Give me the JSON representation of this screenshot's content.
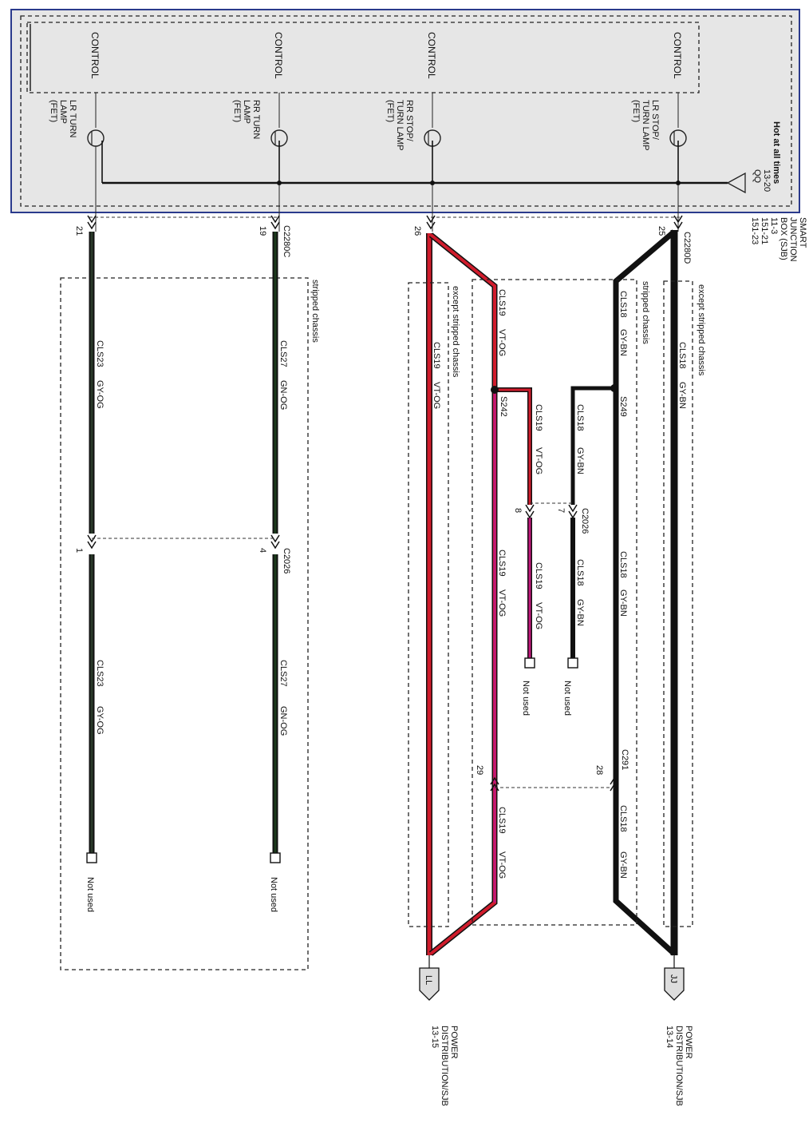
{
  "colors": {
    "sjb_fill": "#e6e6e6",
    "sjb_border": "#2a3a8c",
    "wire_black": "#111111",
    "wire_red": "#d01c2c",
    "wire_green": "#1c3a1c",
    "wire_magenta": "#c0187a"
  },
  "sjb": {
    "title_line1": "SMART",
    "title_line2": "JUNCTION",
    "title_line3": "BOX (SJB)",
    "ref1": "11-3",
    "ref2": "151-21",
    "ref3": "151-23",
    "hot_label": "Hot at all times",
    "hot_ref": "13-20",
    "hot_pin": "QQ",
    "control_label": "CONTROL",
    "fet1": [
      "LR STOP/",
      "TURN LAMP",
      "(FET)"
    ],
    "fet2": [
      "RR STOP/",
      "TURN LAMP",
      "(FET)"
    ],
    "fet3": [
      "RR TURN",
      "LAMP",
      "(FET)"
    ],
    "fet4": [
      "LR TURN",
      "LAMP",
      "(FET)"
    ]
  },
  "connectors": {
    "c2280d": "C2280D",
    "c2280c": "C2280C",
    "c2026": "C2026",
    "c291": "C291",
    "pin_25": "25",
    "pin_26": "26",
    "pin_19": "19",
    "pin_21": "21",
    "pin_7": "7",
    "pin_8": "8",
    "pin_4": "4",
    "pin_1": "1",
    "pin_28": "28",
    "pin_29": "29"
  },
  "splices": {
    "s249": "S249",
    "s242": "S242"
  },
  "wires": {
    "cls18": "CLS18",
    "gybn": "GY-BN",
    "cls19": "CLS19",
    "vtog": "VT-OG",
    "cls27": "CLS27",
    "gnog": "GN-OG",
    "cls23": "CLS23",
    "gyog": "GY-OG"
  },
  "labels": {
    "except_stripped": "except stripped chassis",
    "stripped": "stripped chassis",
    "not_used": "Not used"
  },
  "power_dist": {
    "jj_pin": "JJ",
    "jj_line1": "POWER",
    "jj_line2": "DISTRIBUTION/SJB",
    "jj_ref": "13-14",
    "ll_pin": "LL",
    "ll_line1": "POWER",
    "ll_line2": "DISTRIBUTION/SJB",
    "ll_ref": "13-15"
  }
}
